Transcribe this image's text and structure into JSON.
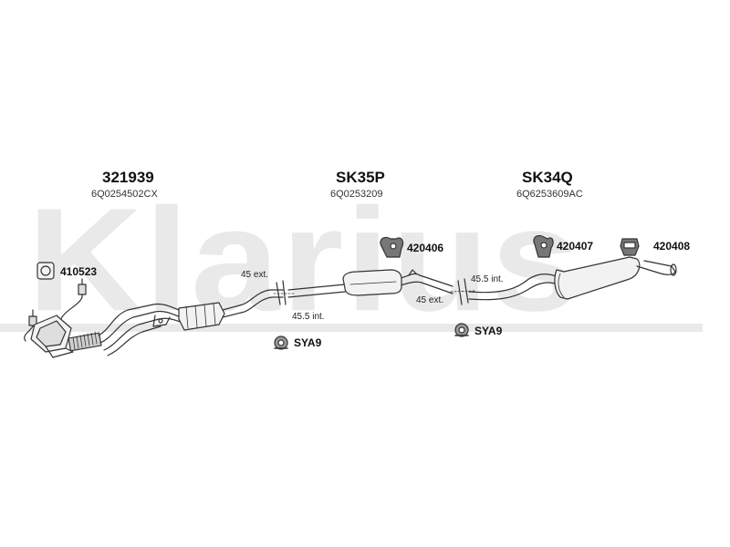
{
  "watermark": {
    "text": "Klarius"
  },
  "sections": [
    {
      "part_no": "321939",
      "oem": "6Q0254502CX"
    },
    {
      "part_no": "SK35P",
      "oem": "6Q0253209"
    },
    {
      "part_no": "SK34Q",
      "oem": "6Q6253609AC"
    }
  ],
  "items": {
    "gasket": "410523",
    "hanger_1": "420406",
    "hanger_2": "420407",
    "hanger_3": "420408",
    "clamp_1": "SYA9",
    "clamp_2": "SYA9"
  },
  "measurements": {
    "joint1_ext": "45 ext.",
    "joint1_int": "45.5 int.",
    "joint2_int": "45.5 int.",
    "joint2_ext": "45 ext."
  }
}
